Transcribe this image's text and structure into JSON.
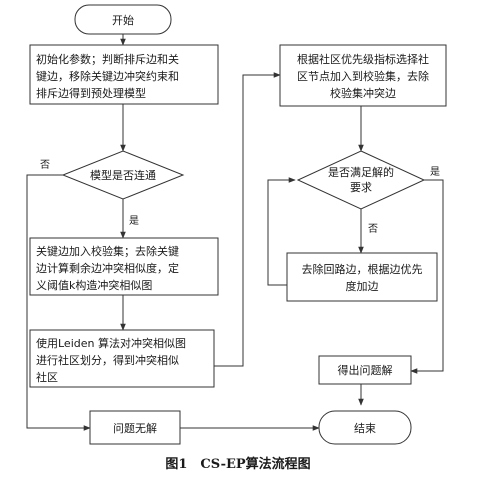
{
  "nodes": {
    "start": {
      "shape": "terminal",
      "lines": [
        "开始"
      ]
    },
    "init": {
      "shape": "process",
      "lines": [
        "初始化参数；判断排斥边和关",
        "键边，移除关键边冲突约束和",
        "排斥边得到预处理模型"
      ]
    },
    "connected": {
      "shape": "decision",
      "lines": [
        "模型是否连通"
      ]
    },
    "similarity": {
      "shape": "process",
      "lines": [
        "关键边加入校验集；去除关键",
        "边计算剩余边冲突相似度，定",
        "义阈值k构造冲突相似图"
      ]
    },
    "leiden": {
      "shape": "process",
      "lines": [
        "使用Leiden 算法对冲突相似图",
        "进行社区划分，得到冲突相似",
        "社区"
      ]
    },
    "no_solution": {
      "shape": "process",
      "lines": [
        "问题无解"
      ]
    },
    "select": {
      "shape": "process",
      "lines": [
        "根据社区优先级指标选择社",
        "区节点加入到校验集，去除",
        "校验集冲突边"
      ]
    },
    "satisfy": {
      "shape": "decision",
      "lines": [
        "是否满足解的",
        "要求"
      ]
    },
    "remove_loop": {
      "shape": "process",
      "lines": [
        "去除回路边，根据边优先",
        "度加边"
      ]
    },
    "get_solution": {
      "shape": "process",
      "lines": [
        "得出问题解"
      ]
    },
    "end": {
      "shape": "terminal",
      "lines": [
        "结束"
      ]
    }
  },
  "edge_labels": {
    "connected_no": "否",
    "connected_yes": "是",
    "satisfy_yes": "是",
    "satisfy_no": "否"
  },
  "caption": "图1　CS-EP算法流程图"
}
